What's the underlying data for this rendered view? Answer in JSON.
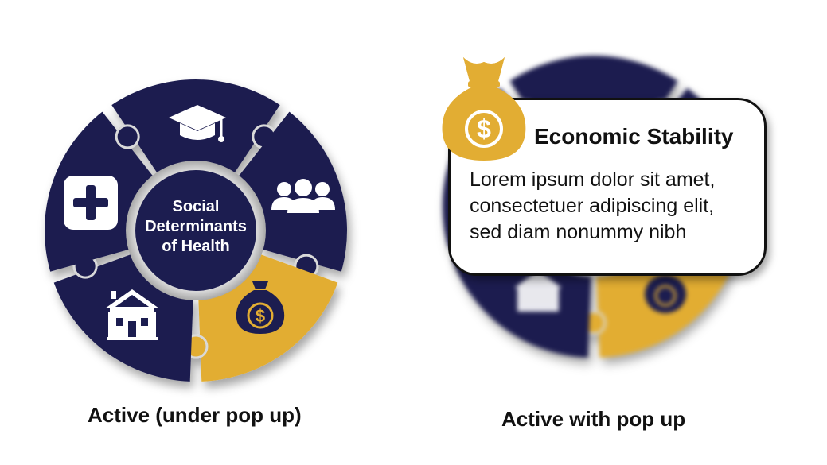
{
  "colors": {
    "navy": "#1c1d50",
    "gold": "#e2ad33",
    "white": "#ffffff",
    "gap": "#d9d9d9"
  },
  "wheel": {
    "center_lines": [
      "Social",
      "Determinants",
      "of Health"
    ],
    "segments": [
      {
        "icon": "graduation-cap-icon",
        "active": false
      },
      {
        "icon": "people-group-icon",
        "active": false
      },
      {
        "icon": "money-bag-icon",
        "active": true
      },
      {
        "icon": "house-icon",
        "active": false
      },
      {
        "icon": "medical-cross-icon",
        "active": false
      }
    ]
  },
  "captions": {
    "left": "Active (under pop up)",
    "right": "Active with pop up"
  },
  "popup": {
    "title": "Economic Stability",
    "body_lines": [
      "Lorem ipsum dolor sit amet,",
      "consectetuer adipiscing elit,",
      "sed diam nonummy nibh"
    ],
    "icon": "money-bag-icon"
  }
}
